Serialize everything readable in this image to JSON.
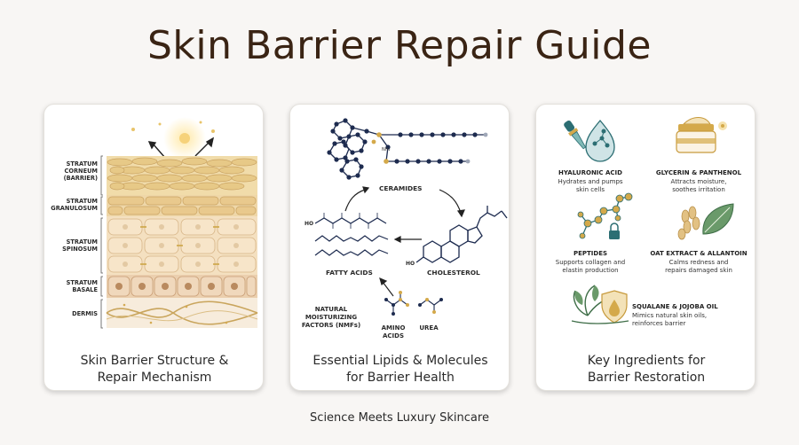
{
  "title": "Skin Barrier Repair Guide",
  "tagline": "Science Meets Luxury Skincare",
  "colors": {
    "title": "#3a2414",
    "gold": "#d4a94a",
    "navy": "#1d2b4f",
    "teal": "#2c6e73"
  },
  "panel1": {
    "layers": [
      {
        "lines": [
          "STRATUM",
          "CORNEUM",
          "(BARRIER)"
        ]
      },
      {
        "lines": [
          "STRATUM",
          "GRANULOSUM"
        ]
      },
      {
        "lines": [
          "STRATUM",
          "SPINOSUM"
        ]
      },
      {
        "lines": [
          "STRATUM",
          "BASALE"
        ]
      },
      {
        "lines": [
          "DERMIS"
        ]
      }
    ],
    "caption": [
      "Skin Barrier Structure &",
      "Repair Mechanism"
    ]
  },
  "panel2": {
    "labels": {
      "ceramides": "CERAMIDES",
      "cholesterol": "CHOLESTEROL",
      "fatty_acids": "FATTY ACIDS",
      "nmf": [
        "NATURAL",
        "MOISTURIZING",
        "FACTORS (NMFs)"
      ],
      "amino": [
        "AMINO",
        "ACIDS"
      ],
      "urea": "UREA",
      "nh2": "NH₂",
      "ho": "HO"
    },
    "caption": [
      "Essential Lipids & Molecules",
      "for Barrier Health"
    ]
  },
  "panel3": {
    "ingredients": [
      {
        "icon": "dropper-icon",
        "title": "HYALURONIC ACID",
        "desc": [
          "Hydrates and pumps",
          "skin cells"
        ]
      },
      {
        "icon": "cream-jar-icon",
        "title": "GLYCERIN & PANTHENOL",
        "desc": [
          "Attracts moisture,",
          "soothes irritation"
        ]
      },
      {
        "icon": "peptide-chain-icon",
        "title": "PEPTIDES",
        "desc": [
          "Supports collagen and",
          "elastin production"
        ]
      },
      {
        "icon": "oat-leaf-icon",
        "title": "OAT EXTRACT & ALLANTOIN",
        "desc": [
          "Calms redness and",
          "repairs damaged skin"
        ]
      },
      {
        "icon": "plant-shield-icon",
        "title": "SQUALANE & JOJOBA OIL",
        "desc": [
          "Mimics natural skin oils,",
          "reinforces barrier"
        ]
      }
    ],
    "caption": [
      "Key Ingredients for",
      "Barrier Restoration"
    ]
  }
}
